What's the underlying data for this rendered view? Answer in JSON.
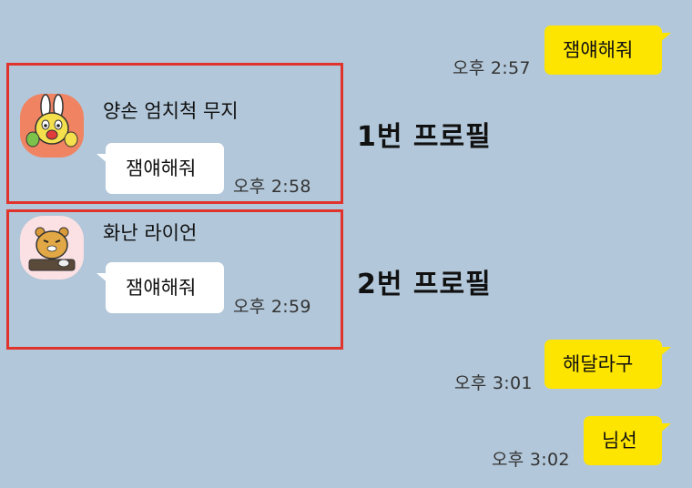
{
  "messages": {
    "m1": {
      "text": "잼얘해줘",
      "time": "오후 2:57"
    },
    "m2": {
      "sender": "양손 엄치척 무지",
      "text": "잼얘해줘",
      "time": "오후 2:58"
    },
    "m3": {
      "sender": "화난 라이언",
      "text": "잼얘해줘",
      "time": "오후 2:59"
    },
    "m4": {
      "text": "해달라구",
      "time": "오후 3:01"
    },
    "m5": {
      "text": "님선",
      "time": "오후 3:02"
    }
  },
  "annotations": {
    "profile1": "1번 프로필",
    "profile2": "2번 프로필"
  },
  "avatars": {
    "profile1": "muzi-character-avatar",
    "profile2": "ryan-character-avatar"
  },
  "colors": {
    "background": "#b2c7d9",
    "my_bubble": "#fee500",
    "other_bubble": "#ffffff",
    "highlight_frame": "#e0332b"
  }
}
